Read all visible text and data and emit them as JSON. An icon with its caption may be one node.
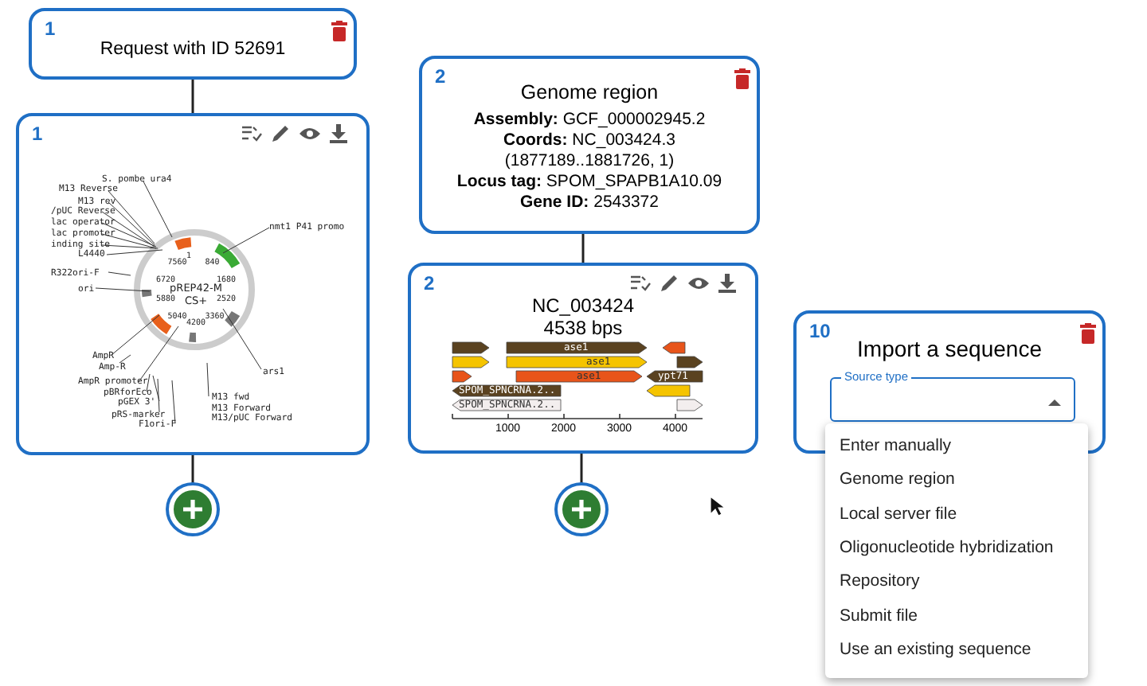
{
  "diagram": {
    "nodes": [
      {
        "text": [
          "1",
          "Request with ID 52691"
        ]
      },
      {
        "text": [
          "1",
          "S. pombe ura4",
          "M13 Reverse",
          "M13 rev",
          "/pUC Reverse",
          "lac operator",
          "lac promoter",
          "inding site",
          "L4440",
          "R322ori-F",
          "ori",
          "nmt1 P41 promo",
          "pREP42-M CS+",
          "ars1",
          "AmpR",
          "Amp-R",
          "AmpR promoter",
          "pBRforEco",
          "pGEX 3'",
          "pRS-marker",
          "F1ori-F",
          "M13 fwd",
          "M13 Forward",
          "M13/pUC Forward",
          "1",
          "840",
          "1680",
          "2520",
          "3360",
          "4200",
          "5040",
          "5880",
          "6720",
          "7560"
        ]
      },
      {
        "text": [],
        "shape": "circle"
      },
      {
        "text": [
          "2",
          "Genome region",
          "**Assembly:** GCF_000002945.2",
          "**Coords:** NC_003424.3 (1877189..1881726, 1)",
          "**Locus tag:** SPOM_SPAPB1A10.09",
          "**Gene ID:** 2543372"
        ]
      },
      {
        "text": [
          "2",
          "NC_003424",
          "4538 bps",
          "ase1",
          "ase1",
          "ase1",
          "ypt71",
          "SPOM_SPNCRNA.2..",
          "SPOM_SPNCRNA.2..",
          "1000",
          "2000",
          "3000",
          "4000"
        ]
      },
      {
        "text": [],
        "shape": "circle"
      },
      {
        "text": [
          "10",
          "Import a sequence",
          "Source type"
        ]
      }
    ],
    "edges": [
      {
        "from": 0,
        "to": 1,
        "arrow": "none"
      },
      {
        "from": 1,
        "to": 2,
        "arrow": "none"
      },
      {
        "from": 3,
        "to": 4,
        "arrow": "none"
      },
      {
        "from": 4,
        "to": 5,
        "arrow": "none"
      }
    ],
    "labels": [
      "Enter manually",
      "Genome region",
      "Local server file",
      "Oligonucleotide hybridization",
      "Repository",
      "Submit file",
      "Use an existing sequence"
    ]
  }
}
